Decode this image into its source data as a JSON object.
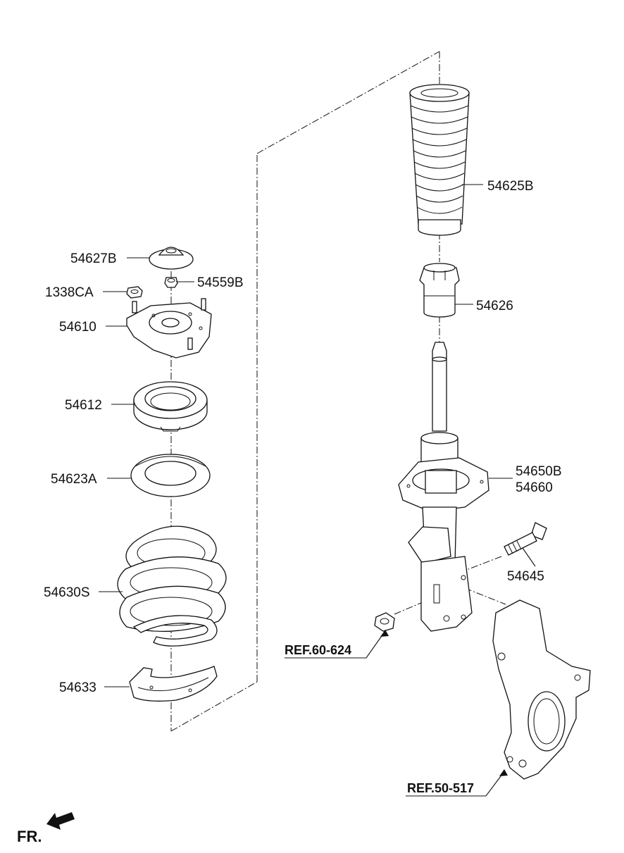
{
  "labels": {
    "p54627B": "54627B",
    "p1338CA": "1338CA",
    "p54559B": "54559B",
    "p54610": "54610",
    "p54612": "54612",
    "p54623A": "54623A",
    "p54630S": "54630S",
    "p54633": "54633",
    "p54625B": "54625B",
    "p54626": "54626",
    "p54650B": "54650B",
    "p54660": "54660",
    "p54645": "54645",
    "ref60624": "REF.60-624",
    "ref50517": "REF.50-517",
    "fr": "FR."
  }
}
